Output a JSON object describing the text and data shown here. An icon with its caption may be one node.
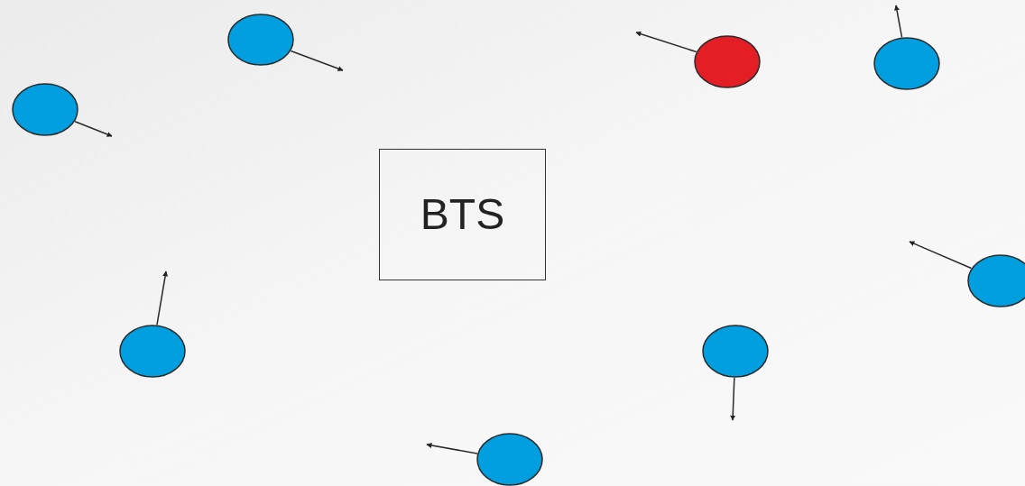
{
  "diagram": {
    "nodes": [
      {
        "text": [],
        "shape": "circle"
      },
      {
        "text": [],
        "shape": "circle"
      },
      {
        "text": [],
        "shape": "circle"
      },
      {
        "text": [],
        "shape": "circle"
      },
      {
        "text": [
          "BTS"
        ]
      },
      {
        "text": [],
        "shape": "circle"
      },
      {
        "text": [],
        "shape": "circle"
      },
      {
        "text": [],
        "shape": "circle"
      },
      {
        "text": [],
        "shape": "circle"
      }
    ],
    "edges": [
      {
        "from": 0,
        "to": null,
        "arrow": "to"
      },
      {
        "from": 1,
        "to": null,
        "arrow": "to"
      },
      {
        "from": 2,
        "to": null,
        "arrow": "to"
      },
      {
        "from": 3,
        "to": null,
        "arrow": "to"
      },
      {
        "from": 5,
        "to": null,
        "arrow": "to"
      },
      {
        "from": 6,
        "to": null,
        "arrow": "to"
      },
      {
        "from": 7,
        "to": null,
        "arrow": "to"
      },
      {
        "from": 8,
        "to": null,
        "arrow": "to"
      }
    ]
  }
}
